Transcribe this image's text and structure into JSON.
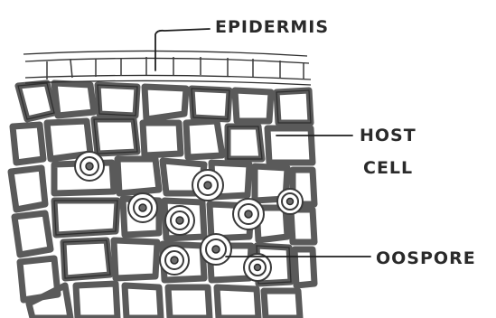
{
  "labels": {
    "epidermis": "EPIDERMIS",
    "host_cell_line1": "HOST",
    "host_cell_line2": "CELL",
    "oospore": "OOSPORE"
  }
}
